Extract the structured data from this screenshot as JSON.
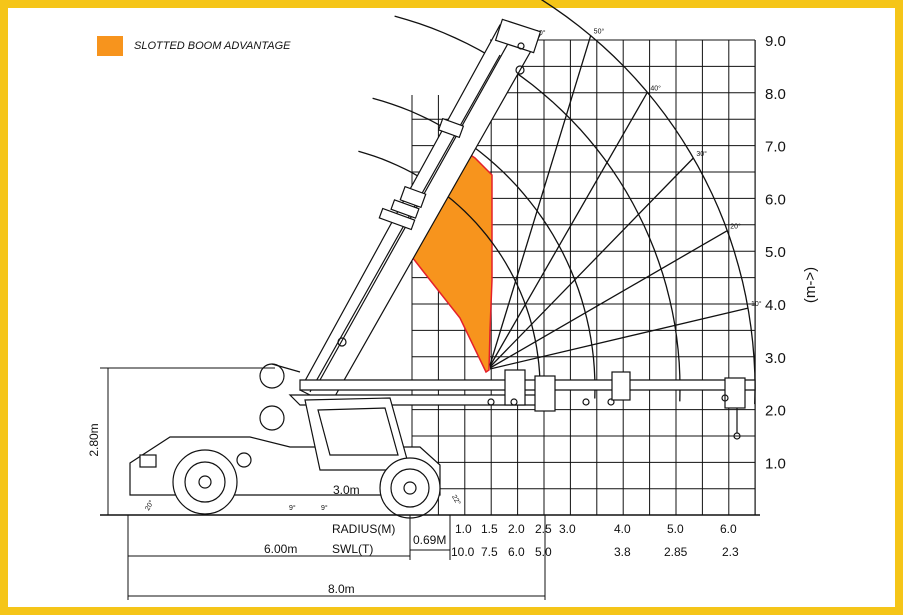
{
  "legend": {
    "label": "SLOTTED BOOM ADVANTAGE",
    "color": "#f7941d"
  },
  "height_axis": {
    "unit_label": "(m->)",
    "ticks": [
      "9.0",
      "8.0",
      "7.0",
      "6.0",
      "5.0",
      "4.0",
      "3.0",
      "2.0",
      "1.0"
    ]
  },
  "radius_row": {
    "label": "RADIUS(M)",
    "values": [
      "1.0",
      "1.5",
      "2.0",
      "2.5",
      "3.0",
      "4.0",
      "5.0",
      "6.0"
    ]
  },
  "swl_row": {
    "label": "SWL(T)",
    "values": [
      "10.0",
      "7.5",
      "6.0",
      "5.0",
      "3.8",
      "2.85",
      "2.3"
    ]
  },
  "boom_angles": [
    "60°",
    "50°",
    "40°",
    "30°",
    "20°",
    "10°"
  ],
  "dimensions": {
    "height": "2.80m",
    "offset": "0.69M",
    "wheelbase": "6.00m",
    "overall": "8.0m",
    "ground_clearance": "3.0m"
  },
  "angle_marks": {
    "rear_approach": "20°",
    "rear_ramp": "9°",
    "front_ramp": "9°",
    "front_approach": "22°"
  },
  "colors": {
    "frame": "#f5c518",
    "accent": "#f7941d",
    "accent_edge": "#e5202a",
    "ink": "#111111"
  }
}
